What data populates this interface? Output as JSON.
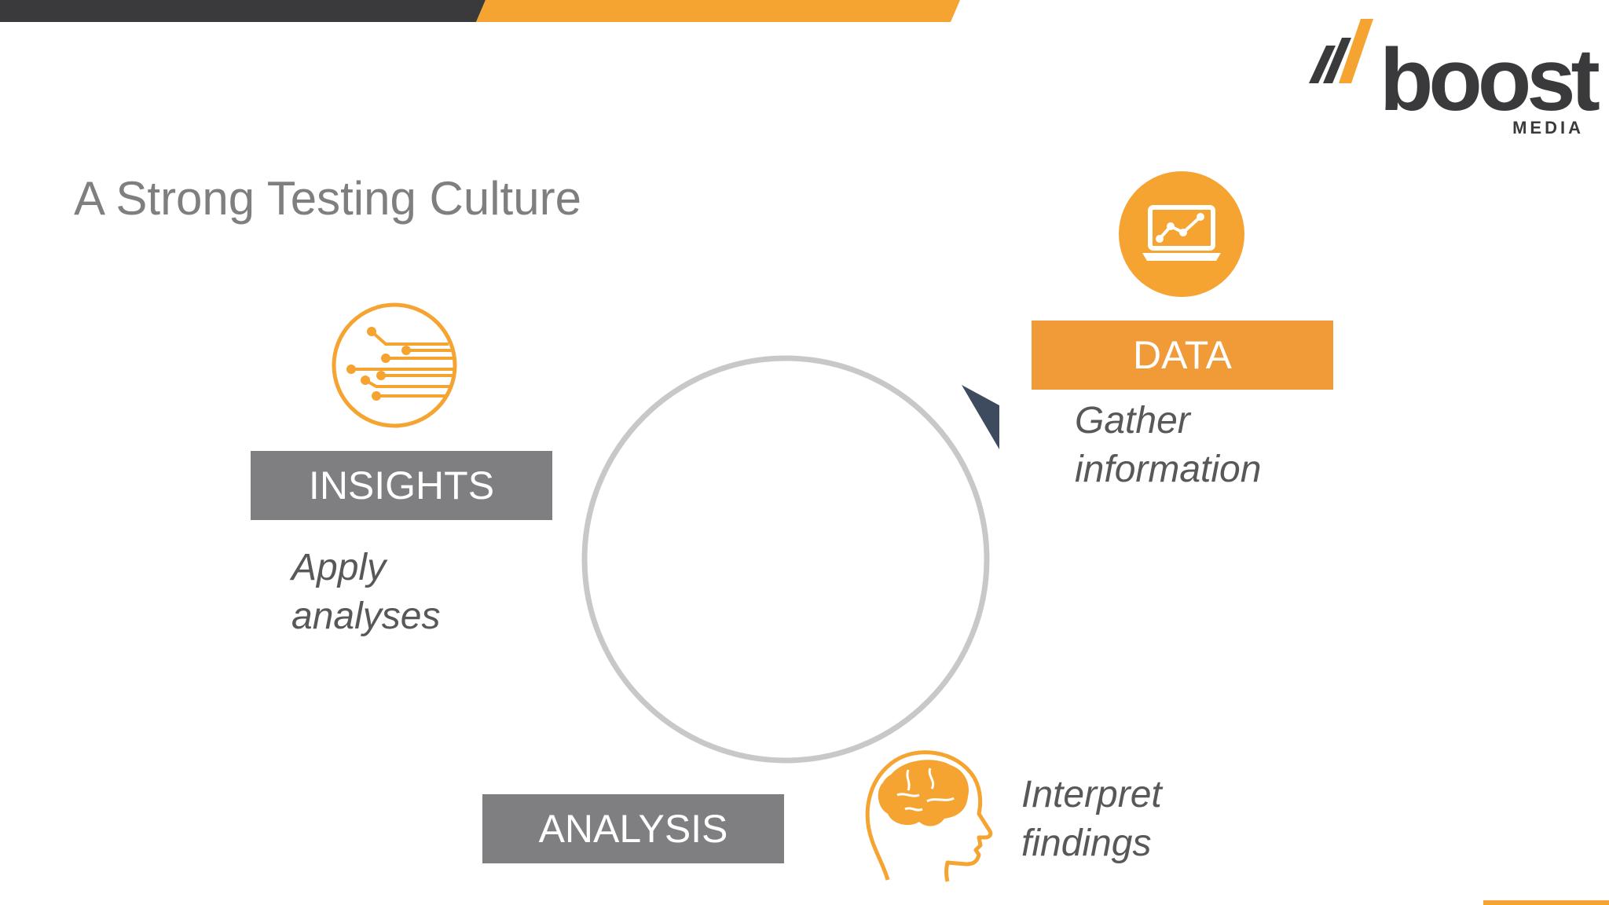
{
  "slide": {
    "title": "A Strong Testing Culture"
  },
  "logo": {
    "word": "boost",
    "sub": "MEDIA"
  },
  "stages": {
    "data": {
      "label": "DATA",
      "desc_line1": "Gather",
      "desc_line2": "information",
      "icon": "laptop-chart-icon"
    },
    "insights": {
      "label": "INSIGHTS",
      "desc_line1": "Apply",
      "desc_line2": "analyses",
      "icon": "circuit-icon"
    },
    "analysis": {
      "label": "ANALYSIS",
      "desc_line1": "Interpret",
      "desc_line2": "findings",
      "icon": "brain-head-icon"
    }
  },
  "colors": {
    "orange": "#f6a431",
    "orange_label": "#f19a38",
    "gray_label": "#7f7e80",
    "dark": "#3a3a3c",
    "navy_arrow": "#3e4a5e",
    "ring": "#c8c8ca"
  }
}
